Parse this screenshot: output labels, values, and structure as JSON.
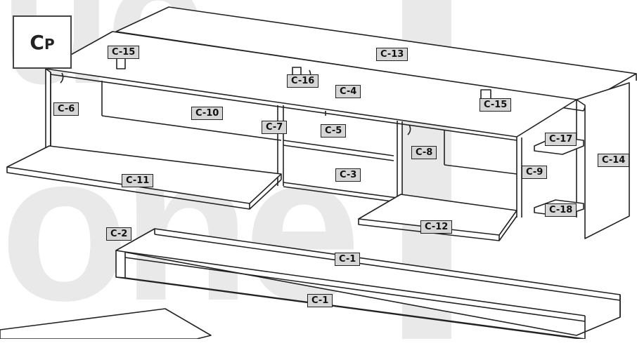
{
  "badge": {
    "main": "C",
    "sub": "P"
  },
  "parts": [
    {
      "id": "c15a",
      "label": "C-15"
    },
    {
      "id": "c13",
      "label": "C-13"
    },
    {
      "id": "c16",
      "label": "C-16"
    },
    {
      "id": "c4",
      "label": "C-4"
    },
    {
      "id": "c15b",
      "label": "C-15"
    },
    {
      "id": "c6",
      "label": "C-6"
    },
    {
      "id": "c10",
      "label": "C-10"
    },
    {
      "id": "c7",
      "label": "C-7"
    },
    {
      "id": "c5",
      "label": "C-5"
    },
    {
      "id": "c17",
      "label": "C-17"
    },
    {
      "id": "c8",
      "label": "C-8"
    },
    {
      "id": "c14",
      "label": "C-14"
    },
    {
      "id": "c9",
      "label": "C-9"
    },
    {
      "id": "c3",
      "label": "C-3"
    },
    {
      "id": "c11",
      "label": "C-11"
    },
    {
      "id": "c18",
      "label": "C-18"
    },
    {
      "id": "c12",
      "label": "C-12"
    },
    {
      "id": "c2",
      "label": "C-2"
    },
    {
      "id": "c1a",
      "label": "C-1"
    },
    {
      "id": "c1b",
      "label": "C-1"
    }
  ],
  "colors": {
    "line": "#222222",
    "tag_fill": "#d6d6d6",
    "watermark": "#e9e9e9"
  }
}
